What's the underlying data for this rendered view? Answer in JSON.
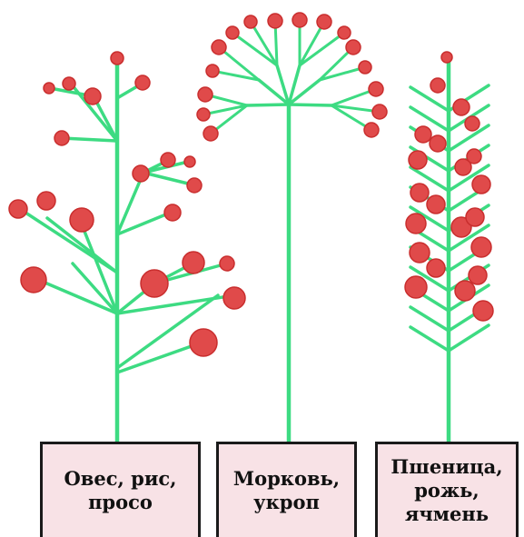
{
  "colors": {
    "stem": "#3ddb82",
    "flower_fill": "#e04a4a",
    "flower_stroke": "#c92e2e",
    "label_background": "#f8e2e6",
    "label_border": "#1a1a1a"
  },
  "labels": {
    "panicle": "Овес,  рис,\nпросо",
    "umbel": "Морковь,\nукроп",
    "spike": "Пшеница,\nрожь,\nячмень"
  }
}
